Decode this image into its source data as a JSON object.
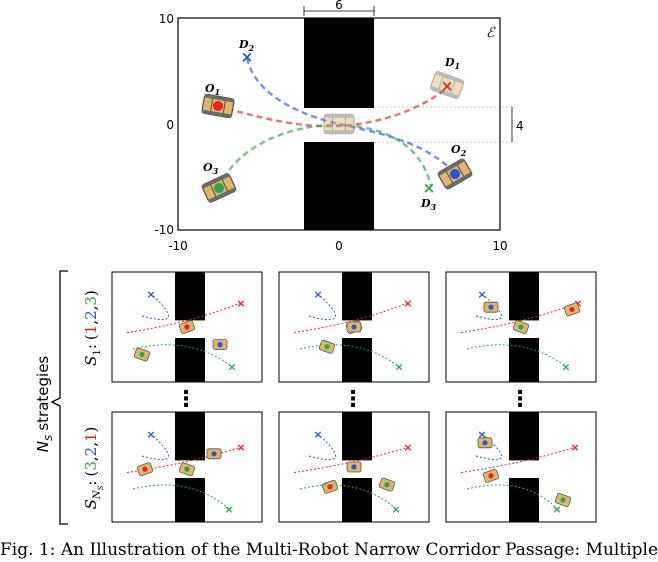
{
  "top_panel": {
    "env_label": "ℰ",
    "corridor_length_label": "6",
    "corridor_width_label": "4",
    "x_ticks": [
      "-10",
      "0",
      "10"
    ],
    "y_ticks": [
      "10",
      "0",
      "-10"
    ],
    "robots": [
      {
        "label": "O",
        "sub": "1",
        "color": "#e8231f"
      },
      {
        "label": "O",
        "sub": "2",
        "color": "#2b54d6"
      },
      {
        "label": "O",
        "sub": "3",
        "color": "#27a84a"
      }
    ],
    "destinations": [
      {
        "label": "D",
        "sub": "1",
        "color": "#e8231f"
      },
      {
        "label": "D",
        "sub": "2",
        "color": "#2b54d6"
      },
      {
        "label": "D",
        "sub": "3",
        "color": "#27a84a"
      }
    ]
  },
  "strategies": {
    "group_label_base": "N",
    "group_label_sub": "S",
    "group_label_rest": "strategies",
    "rows": [
      {
        "label_base": "S",
        "label_sub": "1",
        "label_colon": ":",
        "order": [
          "1",
          "2",
          "3"
        ]
      },
      {
        "label_base": "S",
        "label_sub": "N",
        "label_subsub": "S",
        "label_colon": ":",
        "order": [
          "3",
          "2",
          "1"
        ]
      }
    ],
    "ellipsis": "⋮"
  },
  "colors": {
    "robot1": "#e8231f",
    "robot2": "#2b54d6",
    "robot3": "#27a84a",
    "body": "#e0b66a",
    "ghost": "#ecdcbf"
  },
  "caption": "Fig. 1: An Illustration of the Multi-Robot Narrow Corridor Passage: Multiple"
}
